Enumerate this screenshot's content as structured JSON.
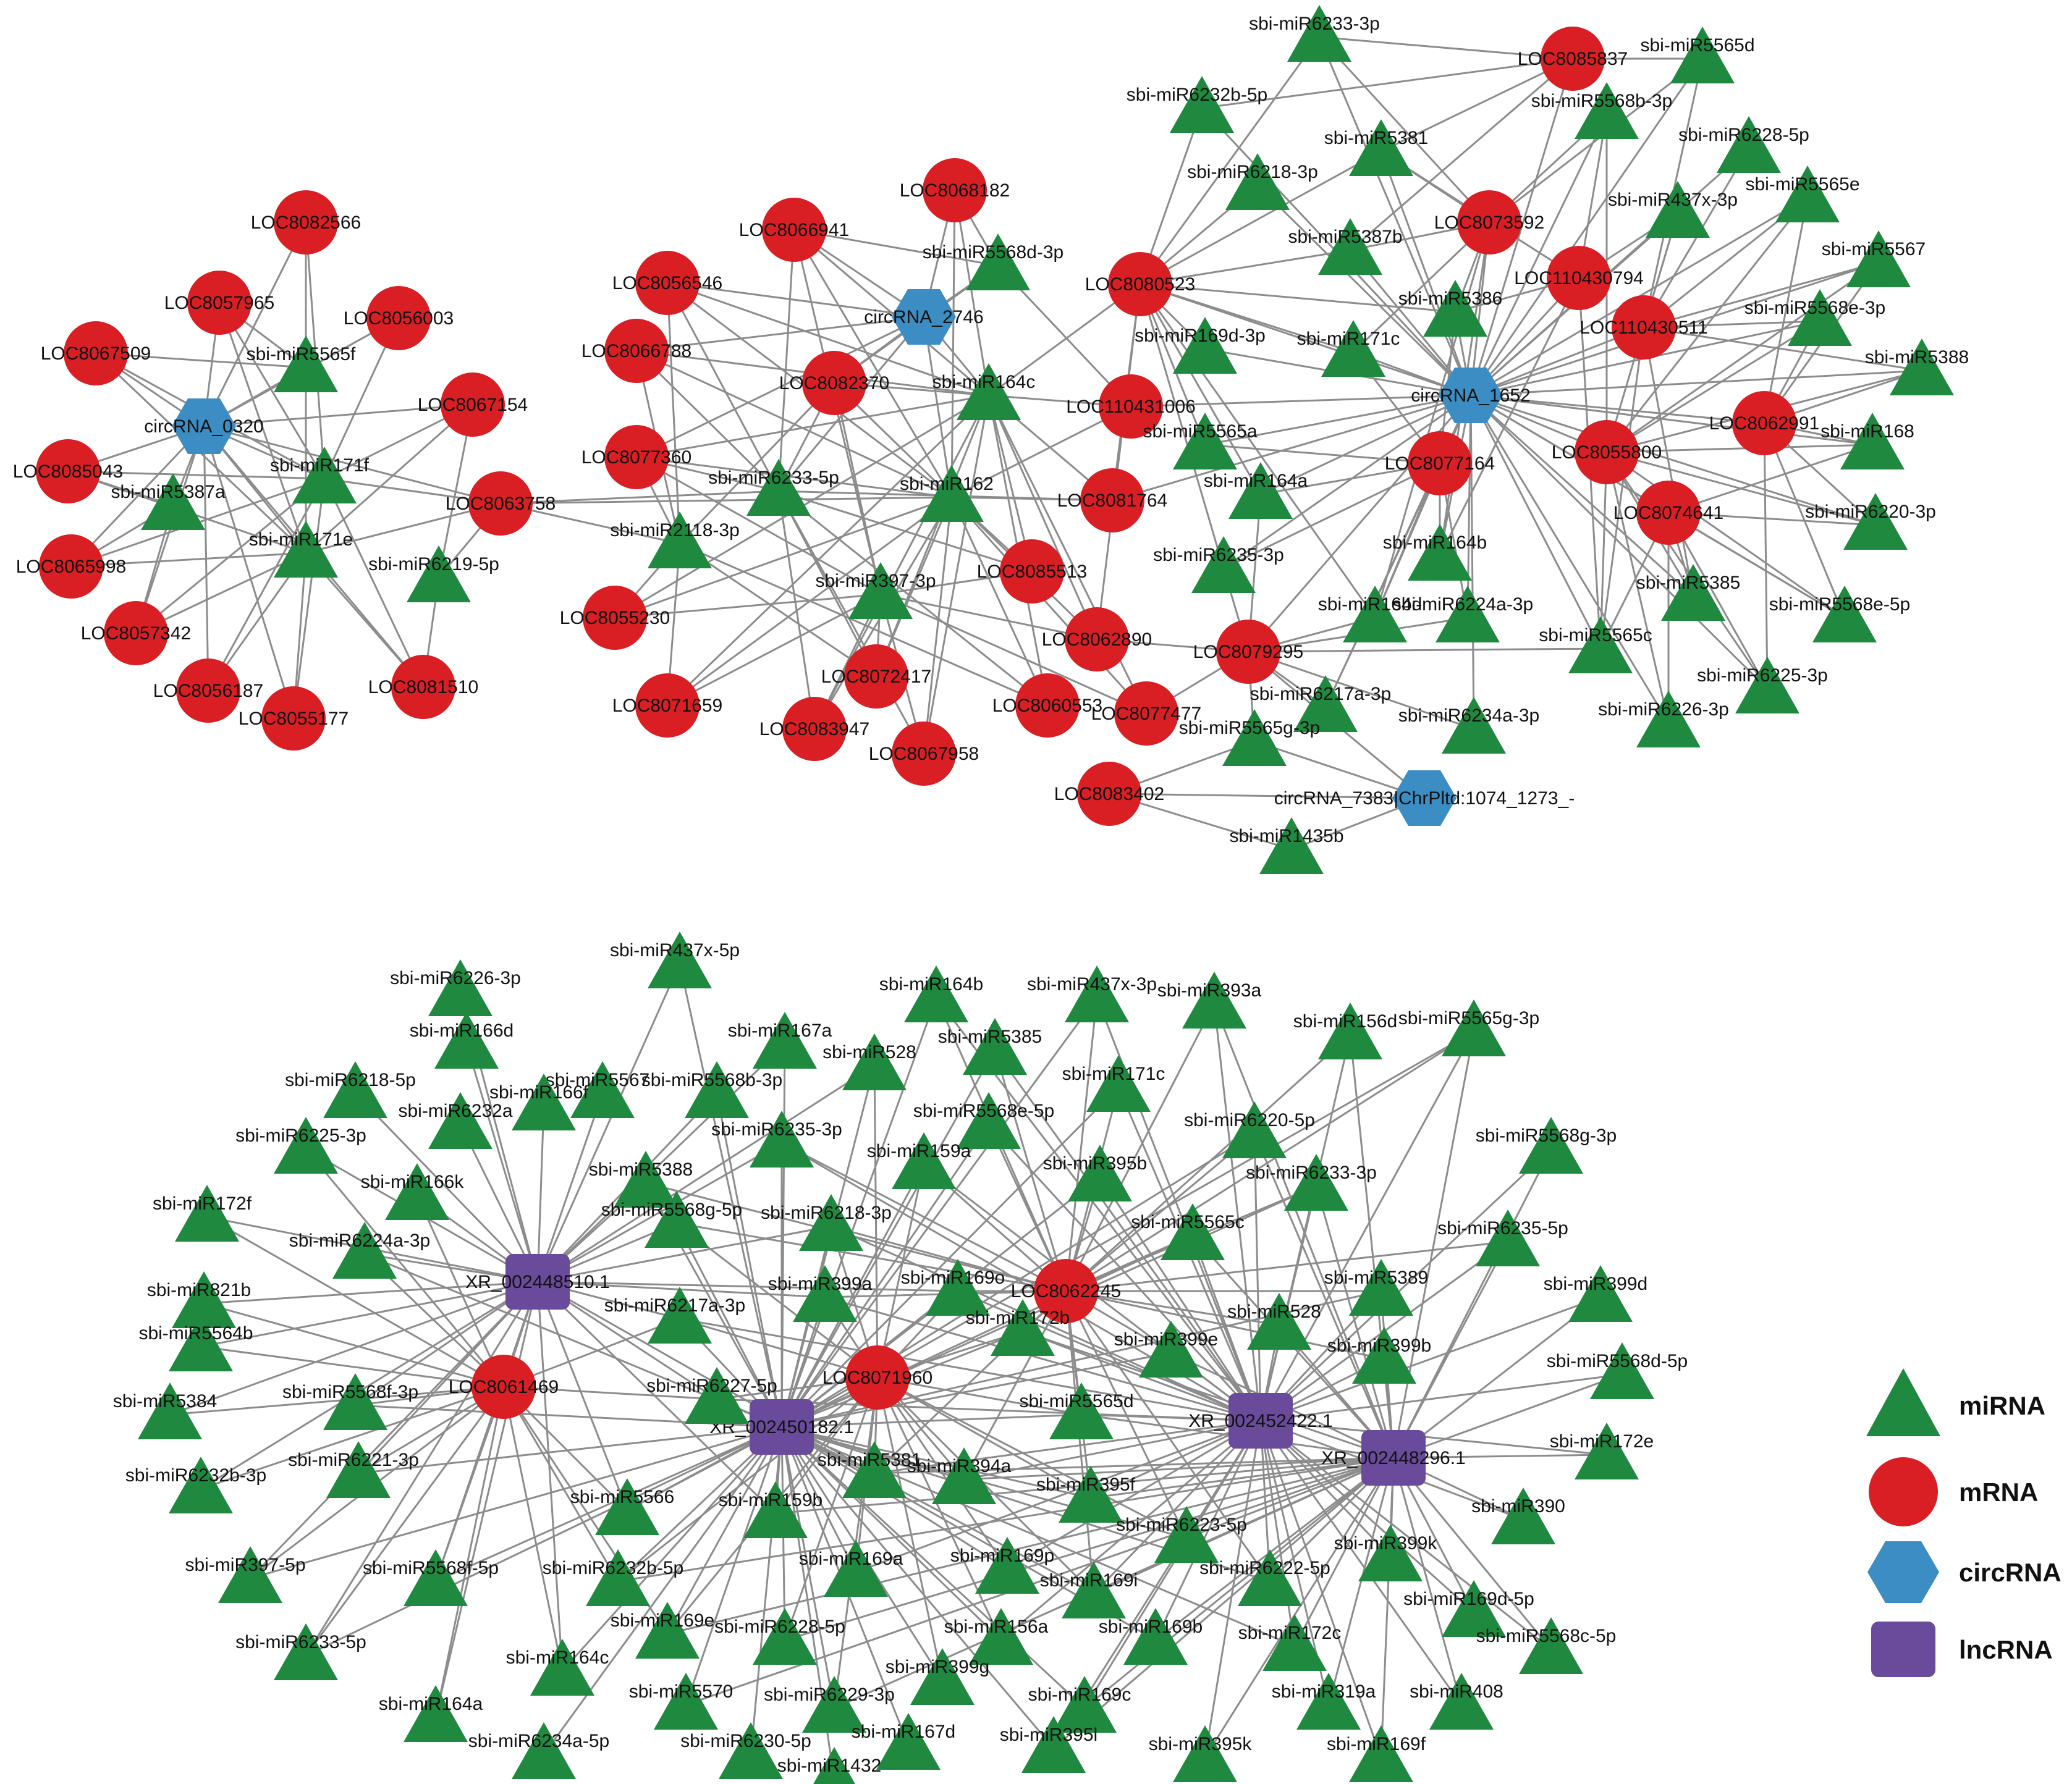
{
  "colors": {
    "miRNA": "#1f8a3f",
    "mRNA": "#d91e24",
    "circRNA": "#3c8dc4",
    "lncRNA": "#6a4a9a",
    "edge": "#8c8c8c"
  },
  "legend": [
    {
      "type": "miRNA",
      "label": "miRNA"
    },
    {
      "type": "mRNA",
      "label": "mRNA"
    },
    {
      "type": "circRNA",
      "label": "circRNA"
    },
    {
      "type": "lncRNA",
      "label": "lncRNA"
    }
  ],
  "nodes": [
    {
      "id": "c0320",
      "label": "circRNA_0320",
      "type": "circRNA"
    },
    {
      "id": "L8082566",
      "label": "LOC8082566",
      "type": "mRNA"
    },
    {
      "id": "L8057965",
      "label": "LOC8057965",
      "type": "mRNA"
    },
    {
      "id": "L8056003",
      "label": "LOC8056003",
      "type": "mRNA"
    },
    {
      "id": "L8067509",
      "label": "LOC8067509",
      "type": "mRNA"
    },
    {
      "id": "L8067154",
      "label": "LOC8067154",
      "type": "mRNA"
    },
    {
      "id": "L8085043",
      "label": "LOC8085043",
      "type": "mRNA"
    },
    {
      "id": "L8065998",
      "label": "LOC8065998",
      "type": "mRNA"
    },
    {
      "id": "L8057342",
      "label": "LOC8057342",
      "type": "mRNA"
    },
    {
      "id": "L8056187",
      "label": "LOC8056187",
      "type": "mRNA"
    },
    {
      "id": "L8055177",
      "label": "LOC8055177",
      "type": "mRNA"
    },
    {
      "id": "L8081510",
      "label": "LOC8081510",
      "type": "mRNA"
    },
    {
      "id": "L8063758",
      "label": "LOC8063758",
      "type": "mRNA"
    },
    {
      "id": "m5565f",
      "label": "sbi-miR5565f",
      "type": "miRNA"
    },
    {
      "id": "m171f",
      "label": "sbi-miR171f",
      "type": "miRNA"
    },
    {
      "id": "m171e",
      "label": "sbi-miR171e",
      "type": "miRNA"
    },
    {
      "id": "m5387a",
      "label": "sbi-miR5387a",
      "type": "miRNA"
    },
    {
      "id": "m6219_5p",
      "label": "sbi-miR6219-5p",
      "type": "miRNA"
    },
    {
      "id": "c2746",
      "label": "circRNA_2746",
      "type": "circRNA"
    },
    {
      "id": "L8068182",
      "label": "LOC8068182",
      "type": "mRNA"
    },
    {
      "id": "L8066941",
      "label": "LOC8066941",
      "type": "mRNA"
    },
    {
      "id": "L8056546",
      "label": "LOC8056546",
      "type": "mRNA"
    },
    {
      "id": "L8066788",
      "label": "LOC8066788",
      "type": "mRNA"
    },
    {
      "id": "L8082370",
      "label": "LOC8082370",
      "type": "mRNA"
    },
    {
      "id": "L8077360",
      "label": "LOC8077360",
      "type": "mRNA"
    },
    {
      "id": "L110431006",
      "label": "LOC110431006",
      "type": "mRNA"
    },
    {
      "id": "L8081764",
      "label": "LOC8081764",
      "type": "mRNA"
    },
    {
      "id": "L8085513",
      "label": "LOC8085513",
      "type": "mRNA"
    },
    {
      "id": "L8055230",
      "label": "LOC8055230",
      "type": "mRNA"
    },
    {
      "id": "L8062890",
      "label": "LOC8062890",
      "type": "mRNA"
    },
    {
      "id": "L8072417",
      "label": "LOC8072417",
      "type": "mRNA"
    },
    {
      "id": "L8071659",
      "label": "LOC8071659",
      "type": "mRNA"
    },
    {
      "id": "L8083947",
      "label": "LOC8083947",
      "type": "mRNA"
    },
    {
      "id": "L8067958",
      "label": "LOC8067958",
      "type": "mRNA"
    },
    {
      "id": "L8060553",
      "label": "LOC8060553",
      "type": "mRNA"
    },
    {
      "id": "L8077477",
      "label": "LOC8077477",
      "type": "mRNA"
    },
    {
      "id": "m5568d_3p",
      "label": "sbi-miR5568d-3p",
      "type": "miRNA"
    },
    {
      "id": "m164c",
      "label": "sbi-miR164c",
      "type": "miRNA"
    },
    {
      "id": "m6233_5p",
      "label": "sbi-miR6233-5p",
      "type": "miRNA"
    },
    {
      "id": "m162",
      "label": "sbi-miR162",
      "type": "miRNA"
    },
    {
      "id": "m2118_3p",
      "label": "sbi-miR2118-3p",
      "type": "miRNA"
    },
    {
      "id": "m397_3p",
      "label": "sbi-miR397-3p",
      "type": "miRNA"
    },
    {
      "id": "c1652",
      "label": "circRNA_1652",
      "type": "circRNA"
    },
    {
      "id": "c7383",
      "label": "circRNA_7383|ChrPltd:1074_1273_-",
      "type": "circRNA"
    },
    {
      "id": "L8085837",
      "label": "LOC8085837",
      "type": "mRNA"
    },
    {
      "id": "L8073592",
      "label": "LOC8073592",
      "type": "mRNA"
    },
    {
      "id": "L110430794",
      "label": "LOC110430794",
      "type": "mRNA"
    },
    {
      "id": "L8080523",
      "label": "LOC8080523",
      "type": "mRNA"
    },
    {
      "id": "L110430511",
      "label": "LOC110430511",
      "type": "mRNA"
    },
    {
      "id": "L8062991",
      "label": "LOC8062991",
      "type": "mRNA"
    },
    {
      "id": "L8077164",
      "label": "LOC8077164",
      "type": "mRNA"
    },
    {
      "id": "L8055800",
      "label": "LOC8055800",
      "type": "mRNA"
    },
    {
      "id": "L8074641",
      "label": "LOC8074641",
      "type": "mRNA"
    },
    {
      "id": "L8079295",
      "label": "LOC8079295",
      "type": "mRNA"
    },
    {
      "id": "L8083402",
      "label": "LOC8083402",
      "type": "mRNA"
    },
    {
      "id": "m6233_3p",
      "label": "sbi-miR6233-3p",
      "type": "miRNA"
    },
    {
      "id": "m5565d",
      "label": "sbi-miR5565d",
      "type": "miRNA"
    },
    {
      "id": "m6232b_5p",
      "label": "sbi-miR6232b-5p",
      "type": "miRNA"
    },
    {
      "id": "m5568b_3p",
      "label": "sbi-miR5568b-3p",
      "type": "miRNA"
    },
    {
      "id": "m6228_5p",
      "label": "sbi-miR6228-5p",
      "type": "miRNA"
    },
    {
      "id": "m5381",
      "label": "sbi-miR5381",
      "type": "miRNA"
    },
    {
      "id": "m6218_3p",
      "label": "sbi-miR6218-3p",
      "type": "miRNA"
    },
    {
      "id": "m437x_3p",
      "label": "sbi-miR437x-3p",
      "type": "miRNA"
    },
    {
      "id": "m5565e",
      "label": "sbi-miR5565e",
      "type": "miRNA"
    },
    {
      "id": "m5387b",
      "label": "sbi-miR5387b",
      "type": "miRNA"
    },
    {
      "id": "m5567",
      "label": "sbi-miR5567",
      "type": "miRNA"
    },
    {
      "id": "m5386",
      "label": "sbi-miR5386",
      "type": "miRNA"
    },
    {
      "id": "m169d_3p",
      "label": "sbi-miR169d-3p",
      "type": "miRNA"
    },
    {
      "id": "m171c",
      "label": "sbi-miR171c",
      "type": "miRNA"
    },
    {
      "id": "m5568e_3p",
      "label": "sbi-miR5568e-3p",
      "type": "miRNA"
    },
    {
      "id": "m5388",
      "label": "sbi-miR5388",
      "type": "miRNA"
    },
    {
      "id": "m5565a",
      "label": "sbi-miR5565a",
      "type": "miRNA"
    },
    {
      "id": "m168",
      "label": "sbi-miR168",
      "type": "miRNA"
    },
    {
      "id": "m164a",
      "label": "sbi-miR164a",
      "type": "miRNA"
    },
    {
      "id": "m6220_3p",
      "label": "sbi-miR6220-3p",
      "type": "miRNA"
    },
    {
      "id": "m164b",
      "label": "sbi-miR164b",
      "type": "miRNA"
    },
    {
      "id": "m6235_3p",
      "label": "sbi-miR6235-3p",
      "type": "miRNA"
    },
    {
      "id": "m5385",
      "label": "sbi-miR5385",
      "type": "miRNA"
    },
    {
      "id": "m164d",
      "label": "sbi-miR164d",
      "type": "miRNA"
    },
    {
      "id": "m6224a_3p",
      "label": "sbi-miR6224a-3p",
      "type": "miRNA"
    },
    {
      "id": "m5568e_5p",
      "label": "sbi-miR5568e-5p",
      "type": "miRNA"
    },
    {
      "id": "m5565c",
      "label": "sbi-miR5565c",
      "type": "miRNA"
    },
    {
      "id": "m6225_3p",
      "label": "sbi-miR6225-3p",
      "type": "miRNA"
    },
    {
      "id": "m6217a_3p",
      "label": "sbi-miR6217a-3p",
      "type": "miRNA"
    },
    {
      "id": "m6226_3p",
      "label": "sbi-miR6226-3p",
      "type": "miRNA"
    },
    {
      "id": "m6234a_3p",
      "label": "sbi-miR6234a-3p",
      "type": "miRNA"
    },
    {
      "id": "m5565g_3p",
      "label": "sbi-miR5565g-3p",
      "type": "miRNA"
    },
    {
      "id": "m1435b",
      "label": "sbi-miR1435b",
      "type": "miRNA"
    },
    {
      "id": "XR510",
      "label": "XR_002448510.1",
      "type": "lncRNA"
    },
    {
      "id": "XR182",
      "label": "XR_002450182.1",
      "type": "lncRNA"
    },
    {
      "id": "XR422",
      "label": "XR_002452422.1",
      "type": "lncRNA"
    },
    {
      "id": "XR296",
      "label": "XR_002448296.1",
      "type": "lncRNA"
    },
    {
      "id": "L8062245",
      "label": "LOC8062245",
      "type": "mRNA"
    },
    {
      "id": "L8061469",
      "label": "LOC8061469",
      "type": "mRNA"
    },
    {
      "id": "L8071960",
      "label": "LOC8071960",
      "type": "mRNA"
    },
    {
      "id": "b437x_5p",
      "label": "sbi-miR437x-5p",
      "type": "miRNA"
    },
    {
      "id": "b6226_3p",
      "label": "sbi-miR6226-3p",
      "type": "miRNA"
    },
    {
      "id": "b164b",
      "label": "sbi-miR164b",
      "type": "miRNA"
    },
    {
      "id": "b437x_3p",
      "label": "sbi-miR437x-3p",
      "type": "miRNA"
    },
    {
      "id": "b393a",
      "label": "sbi-miR393a",
      "type": "miRNA"
    },
    {
      "id": "b156d",
      "label": "sbi-miR156d",
      "type": "miRNA"
    },
    {
      "id": "b166d",
      "label": "sbi-miR166d",
      "type": "miRNA"
    },
    {
      "id": "b167a",
      "label": "sbi-miR167a",
      "type": "miRNA"
    },
    {
      "id": "b528a",
      "label": "sbi-miR528",
      "type": "miRNA"
    },
    {
      "id": "b5385",
      "label": "sbi-miR5385",
      "type": "miRNA"
    },
    {
      "id": "b5565g_3p",
      "label": "sbi-miR5565g-3p",
      "type": "miRNA"
    },
    {
      "id": "b6218_5p",
      "label": "sbi-miR6218-5p",
      "type": "miRNA"
    },
    {
      "id": "b5567",
      "label": "sbi-miR5567",
      "type": "miRNA"
    },
    {
      "id": "b5568b_3p",
      "label": "sbi-miR5568b-3p",
      "type": "miRNA"
    },
    {
      "id": "b171c",
      "label": "sbi-miR171c",
      "type": "miRNA"
    },
    {
      "id": "b6232a",
      "label": "sbi-miR6232a",
      "type": "miRNA"
    },
    {
      "id": "b166f",
      "label": "sbi-miR166f",
      "type": "miRNA"
    },
    {
      "id": "b5568e_5p",
      "label": "sbi-miR5568e-5p",
      "type": "miRNA"
    },
    {
      "id": "b6225_3p",
      "label": "sbi-miR6225-3p",
      "type": "miRNA"
    },
    {
      "id": "b6235_3p",
      "label": "sbi-miR6235-3p",
      "type": "miRNA"
    },
    {
      "id": "b6220_5p",
      "label": "sbi-miR6220-5p",
      "type": "miRNA"
    },
    {
      "id": "b5568g_3p",
      "label": "sbi-miR5568g-3p",
      "type": "miRNA"
    },
    {
      "id": "b159a",
      "label": "sbi-miR159a",
      "type": "miRNA"
    },
    {
      "id": "b5388",
      "label": "sbi-miR5388",
      "type": "miRNA"
    },
    {
      "id": "b166k",
      "label": "sbi-miR166k",
      "type": "miRNA"
    },
    {
      "id": "b395b",
      "label": "sbi-miR395b",
      "type": "miRNA"
    },
    {
      "id": "b6233_3p",
      "label": "sbi-miR6233-3p",
      "type": "miRNA"
    },
    {
      "id": "b172f",
      "label": "sbi-miR172f",
      "type": "miRNA"
    },
    {
      "id": "b5568g_5p",
      "label": "sbi-miR5568g-5p",
      "type": "miRNA"
    },
    {
      "id": "b6218_3p",
      "label": "sbi-miR6218-3p",
      "type": "miRNA"
    },
    {
      "id": "b5565c",
      "label": "sbi-miR5565c",
      "type": "miRNA"
    },
    {
      "id": "b6224a_3p",
      "label": "sbi-miR6224a-3p",
      "type": "miRNA"
    },
    {
      "id": "b6235_5p",
      "label": "sbi-miR6235-5p",
      "type": "miRNA"
    },
    {
      "id": "b821b",
      "label": "sbi-miR821b",
      "type": "miRNA"
    },
    {
      "id": "b399a",
      "label": "sbi-miR399a",
      "type": "miRNA"
    },
    {
      "id": "b169o",
      "label": "sbi-miR169o",
      "type": "miRNA"
    },
    {
      "id": "b5389",
      "label": "sbi-miR5389",
      "type": "miRNA"
    },
    {
      "id": "b399d",
      "label": "sbi-miR399d",
      "type": "miRNA"
    },
    {
      "id": "b6217a_3p",
      "label": "sbi-miR6217a-3p",
      "type": "miRNA"
    },
    {
      "id": "b528b",
      "label": "sbi-miR528",
      "type": "miRNA"
    },
    {
      "id": "b5564b",
      "label": "sbi-miR5564b",
      "type": "miRNA"
    },
    {
      "id": "b172b",
      "label": "sbi-miR172b",
      "type": "miRNA"
    },
    {
      "id": "b399e",
      "label": "sbi-miR399e",
      "type": "miRNA"
    },
    {
      "id": "b399b",
      "label": "sbi-miR399b",
      "type": "miRNA"
    },
    {
      "id": "b5568d_5p",
      "label": "sbi-miR5568d-5p",
      "type": "miRNA"
    },
    {
      "id": "b5568f_3p",
      "label": "sbi-miR5568f-3p",
      "type": "miRNA"
    },
    {
      "id": "b6227_5p",
      "label": "sbi-miR6227-5p",
      "type": "miRNA"
    },
    {
      "id": "b5384",
      "label": "sbi-miR5384",
      "type": "miRNA"
    },
    {
      "id": "b5565d",
      "label": "sbi-miR5565d",
      "type": "miRNA"
    },
    {
      "id": "b172e",
      "label": "sbi-miR172e",
      "type": "miRNA"
    },
    {
      "id": "b6221_3p",
      "label": "sbi-miR6221-3p",
      "type": "miRNA"
    },
    {
      "id": "b5381",
      "label": "sbi-miR5381",
      "type": "miRNA"
    },
    {
      "id": "b6232b_3p",
      "label": "sbi-miR6232b-3p",
      "type": "miRNA"
    },
    {
      "id": "b394a",
      "label": "sbi-miR394a",
      "type": "miRNA"
    },
    {
      "id": "b395f",
      "label": "sbi-miR395f",
      "type": "miRNA"
    },
    {
      "id": "b5566",
      "label": "sbi-miR5566",
      "type": "miRNA"
    },
    {
      "id": "b159b",
      "label": "sbi-miR159b",
      "type": "miRNA"
    },
    {
      "id": "b390",
      "label": "sbi-miR390",
      "type": "miRNA"
    },
    {
      "id": "b6223_5p",
      "label": "sbi-miR6223-5p",
      "type": "miRNA"
    },
    {
      "id": "b399k",
      "label": "sbi-miR399k",
      "type": "miRNA"
    },
    {
      "id": "b169a",
      "label": "sbi-miR169a",
      "type": "miRNA"
    },
    {
      "id": "b169p",
      "label": "sbi-miR169p",
      "type": "miRNA"
    },
    {
      "id": "b397_5p",
      "label": "sbi-miR397-5p",
      "type": "miRNA"
    },
    {
      "id": "b5568f_5p",
      "label": "sbi-miR5568f-5p",
      "type": "miRNA"
    },
    {
      "id": "b6232b_5p",
      "label": "sbi-miR6232b-5p",
      "type": "miRNA"
    },
    {
      "id": "b169i",
      "label": "sbi-miR169i",
      "type": "miRNA"
    },
    {
      "id": "b6222_5p",
      "label": "sbi-miR6222-5p",
      "type": "miRNA"
    },
    {
      "id": "b169d_5p",
      "label": "sbi-miR169d-5p",
      "type": "miRNA"
    },
    {
      "id": "b169e",
      "label": "sbi-miR169e",
      "type": "miRNA"
    },
    {
      "id": "b156a",
      "label": "sbi-miR156a",
      "type": "miRNA"
    },
    {
      "id": "b169b",
      "label": "sbi-miR169b",
      "type": "miRNA"
    },
    {
      "id": "b172c",
      "label": "sbi-miR172c",
      "type": "miRNA"
    },
    {
      "id": "b5568c_5p",
      "label": "sbi-miR5568c-5p",
      "type": "miRNA"
    },
    {
      "id": "b6233_5p",
      "label": "sbi-miR6233-5p",
      "type": "miRNA"
    },
    {
      "id": "b6228_5p",
      "label": "sbi-miR6228-5p",
      "type": "miRNA"
    },
    {
      "id": "b164c",
      "label": "sbi-miR164c",
      "type": "miRNA"
    },
    {
      "id": "b399g",
      "label": "sbi-miR399g",
      "type": "miRNA"
    },
    {
      "id": "b164a",
      "label": "sbi-miR164a",
      "type": "miRNA"
    },
    {
      "id": "b5570",
      "label": "sbi-miR5570",
      "type": "miRNA"
    },
    {
      "id": "b6229_3p",
      "label": "sbi-miR6229-3p",
      "type": "miRNA"
    },
    {
      "id": "b169c",
      "label": "sbi-miR169c",
      "type": "miRNA"
    },
    {
      "id": "b319a",
      "label": "sbi-miR319a",
      "type": "miRNA"
    },
    {
      "id": "b408",
      "label": "sbi-miR408",
      "type": "miRNA"
    },
    {
      "id": "b6234a_5p",
      "label": "sbi-miR6234a-5p",
      "type": "miRNA"
    },
    {
      "id": "b6230_5p",
      "label": "sbi-miR6230-5p",
      "type": "miRNA"
    },
    {
      "id": "b167d",
      "label": "sbi-miR167d",
      "type": "miRNA"
    },
    {
      "id": "b395l",
      "label": "sbi-miR395l",
      "type": "miRNA"
    },
    {
      "id": "b395k",
      "label": "sbi-miR395k",
      "type": "miRNA"
    },
    {
      "id": "b169f",
      "label": "sbi-miR169f",
      "type": "miRNA"
    },
    {
      "id": "b1432",
      "label": "sbi-miR1432",
      "type": "miRNA"
    }
  ]
}
